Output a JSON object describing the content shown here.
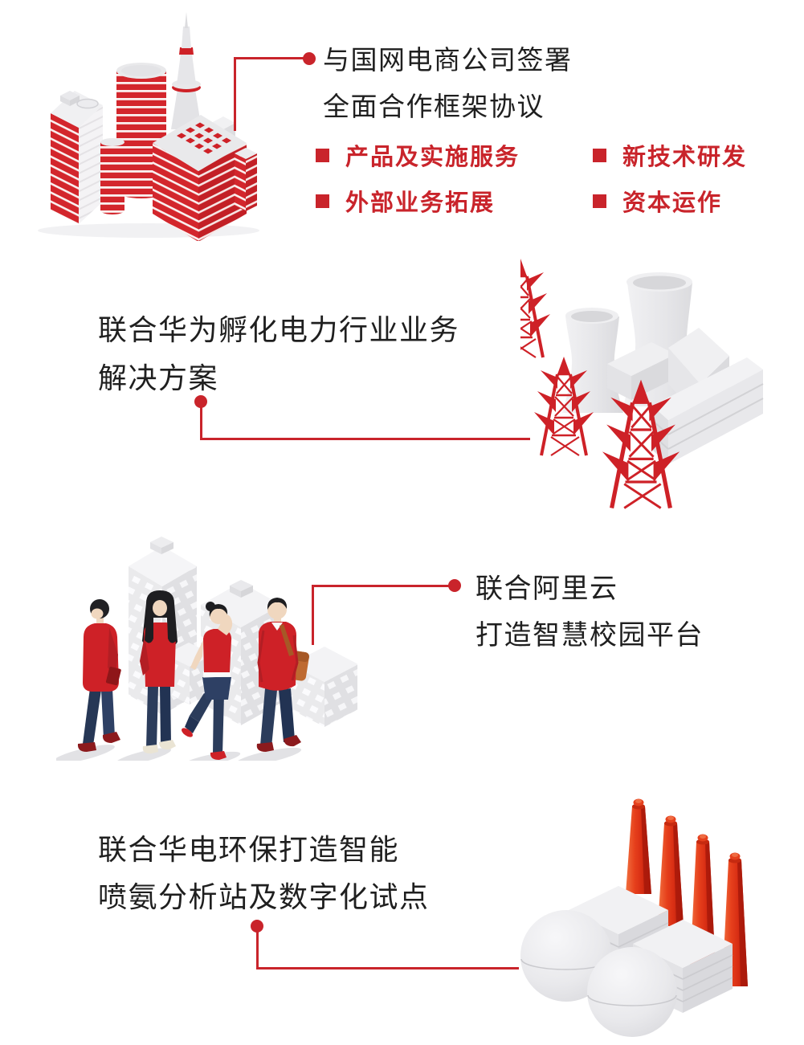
{
  "colors": {
    "accent": "#C9242B",
    "text": "#1F1F1F"
  },
  "sections": {
    "grid_ecommerce": {
      "title_line1": "与国网电商公司签署",
      "title_line2": "全面合作框架协议",
      "bullets": [
        "产品及实施服务",
        "新技术研发",
        "外部业务拓展",
        "资本运作"
      ],
      "illustration": "red-isometric-city-buildings"
    },
    "huawei": {
      "title_line1": "联合华为孵化电力行业业务",
      "title_line2": "解决方案",
      "illustration": "power-plant-cooling-towers-and-red-pylons"
    },
    "aliyun": {
      "title_line1": "联合阿里云",
      "title_line2": "打造智慧校园平台",
      "illustration": "students-and-campus-buildings"
    },
    "huadian": {
      "title_line1": "联合华电环保打造智能",
      "title_line2": "喷氨分析站及数字化试点",
      "illustration": "factory-red-chimneys-slabs-and-tanks"
    }
  }
}
